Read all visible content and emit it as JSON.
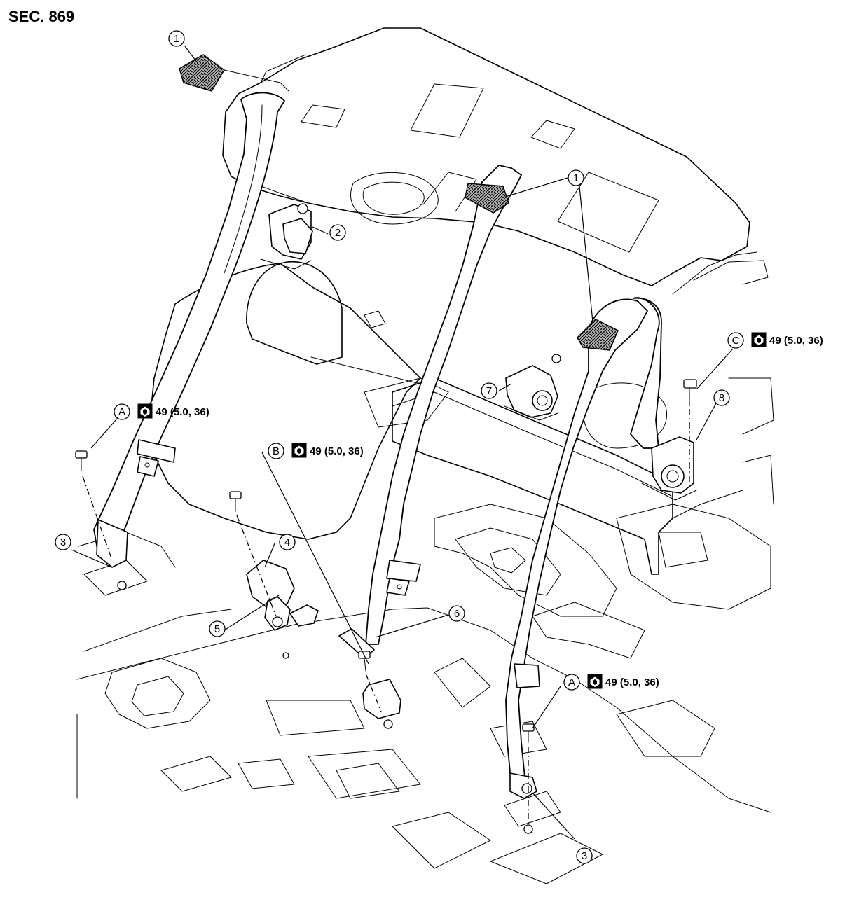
{
  "section": "SEC. 869",
  "torque_icon": "torque-wrench-icon",
  "callouts": {
    "part_1_top": "1",
    "part_1_center": "1",
    "part_2": "2",
    "part_3_left": "3",
    "part_3_right": "3",
    "part_4": "4",
    "part_5": "5",
    "part_6": "6",
    "part_7": "7",
    "part_8": "8"
  },
  "torque_specs": {
    "a_left": {
      "letter": "A",
      "value": "49 (5.0, 36)"
    },
    "b": {
      "letter": "B",
      "value": "49 (5.0, 36)"
    },
    "c": {
      "letter": "C",
      "value": "49 (5.0, 36)"
    },
    "a_right": {
      "letter": "A",
      "value": "49 (5.0, 36)"
    }
  }
}
